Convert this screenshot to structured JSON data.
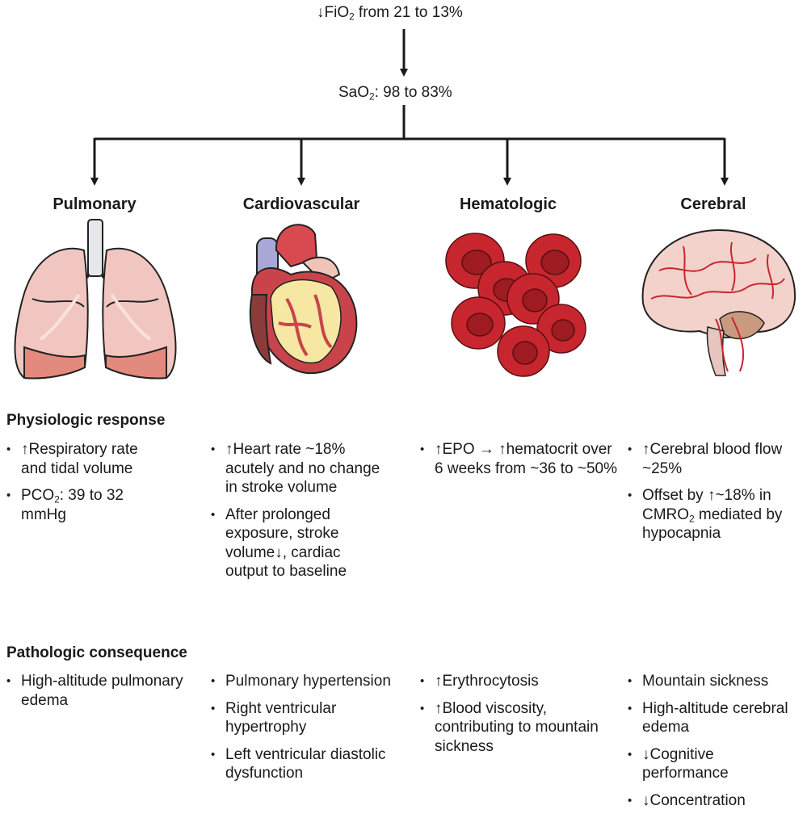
{
  "top": {
    "fio2_prefix": "↓FiO",
    "fio2_sub": "2",
    "fio2_suffix": " from 21  to 13%",
    "sao2_prefix": "SaO",
    "sao2_sub": "2",
    "sao2_suffix": ": 98 to 83%"
  },
  "columns": [
    {
      "title": "Pulmonary",
      "illustration": "lungs"
    },
    {
      "title": "Cardiovascular",
      "illustration": "heart"
    },
    {
      "title": "Hematologic",
      "illustration": "red-blood-cells"
    },
    {
      "title": "Cerebral",
      "illustration": "brain"
    }
  ],
  "sections": {
    "physiologic_title": "Physiologic response",
    "pathologic_title": "Pathologic consequence"
  },
  "physiologic": {
    "pulmonary": [
      {
        "text": "↑Respiratory rate and tidal volume"
      },
      {
        "pre": "PCO",
        "sub": "2",
        "post": ": 39 to 32 mmHg"
      }
    ],
    "cardiovascular": [
      {
        "text": "↑Heart rate ~18% acutely and no change in stroke volume"
      },
      {
        "text": "After prolonged exposure, stroke volume↓, cardiac output to baseline"
      }
    ],
    "hematologic": [
      {
        "text": "↑EPO → ↑hematocrit over 6 weeks from ~36 to ~50%"
      }
    ],
    "cerebral": [
      {
        "text": "↑Cerebral blood flow ~25%"
      },
      {
        "pre": "Offset by ↑~18% in CMRO",
        "sub": "2",
        "post": " mediated by hypocapnia"
      }
    ]
  },
  "pathologic": {
    "pulmonary": [
      "High-altitude pulmonary edema"
    ],
    "cardiovascular": [
      "Pulmonary hypertension",
      "Right ventricular hypertrophy",
      "Left ventricular diastolic dysfunction"
    ],
    "hematologic": [
      "↑Erythrocytosis",
      "↑Blood viscosity, contributing to mountain sickness"
    ],
    "cerebral": [
      "Mountain sickness",
      "High-altitude cerebral edema",
      "↓Cognitive performance",
      "↓Concentration"
    ]
  },
  "colors": {
    "arrow": "#1a1a1a",
    "lung": "#f2c6c0",
    "rbc": "#c8262e",
    "heart": "#c9444a",
    "brain": "#f3d2cc"
  }
}
